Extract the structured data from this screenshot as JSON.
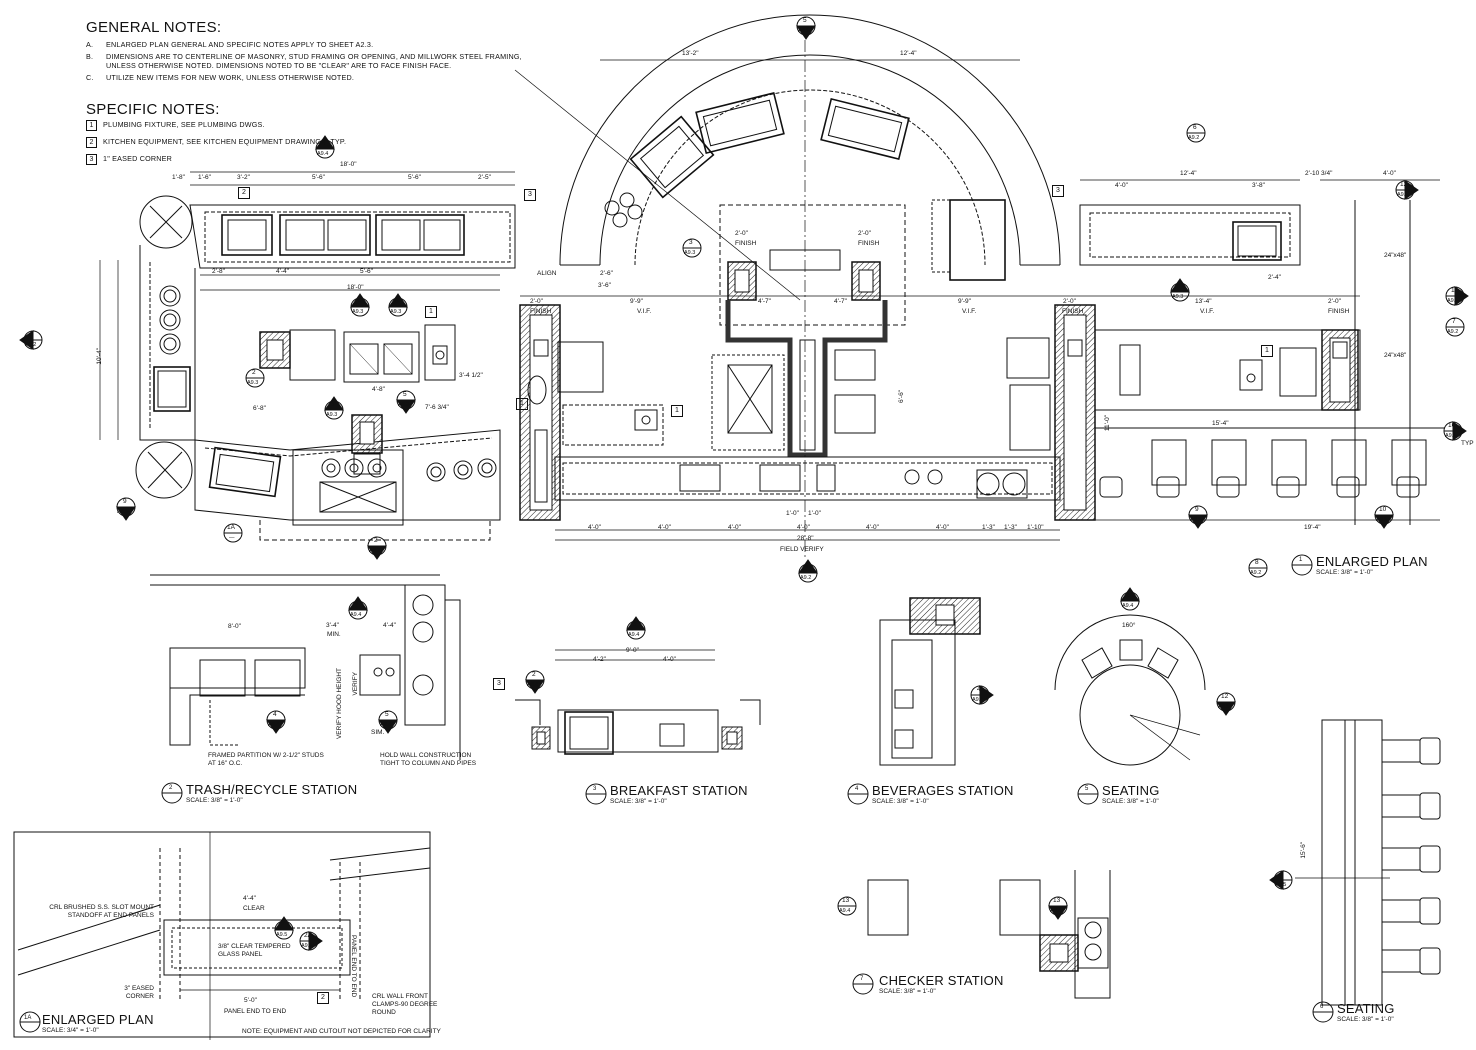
{
  "general_notes": {
    "heading": "GENERAL NOTES:",
    "items": [
      {
        "key": "A.",
        "text": "ENLARGED PLAN GENERAL AND SPECIFIC NOTES APPLY TO SHEET A2.3."
      },
      {
        "key": "B.",
        "text": "DIMENSIONS ARE TO CENTERLINE OF MASONRY, STUD FRAMING OR OPENING, AND MILLWORK STEEL FRAMING,"
      },
      {
        "key": "",
        "text": "UNLESS OTHERWISE NOTED.  DIMENSIONS NOTED TO BE \"CLEAR\" ARE TO FACE FINISH FACE."
      },
      {
        "key": "C.",
        "text": "UTILIZE NEW ITEMS FOR NEW WORK, UNLESS OTHERWISE NOTED."
      }
    ]
  },
  "specific_notes": {
    "heading": "SPECIFIC NOTES:",
    "items": [
      {
        "num": "1",
        "text": "PLUMBING FIXTURE, SEE PLUMBING DWGS."
      },
      {
        "num": "2",
        "text": "KITCHEN EQUIPMENT, SEE KITCHEN EQUIPMENT DRAWINGS, TYP."
      },
      {
        "num": "3",
        "text": "1\" EASED CORNER"
      }
    ]
  },
  "views": {
    "enlarged_plan_main": {
      "num": "1",
      "title": "ENLARGED PLAN",
      "scale": "SCALE: 3/8\" = 1'-0\""
    },
    "trash": {
      "num": "2",
      "title": "TRASH/RECYCLE STATION",
      "scale": "SCALE: 3/8\" = 1'-0\""
    },
    "breakfast": {
      "num": "3",
      "title": "BREAKFAST STATION",
      "scale": "SCALE: 3/8\" = 1'-0\""
    },
    "beverages": {
      "num": "4",
      "title": "BEVERAGES STATION",
      "scale": "SCALE: 3/8\" = 1'-0\""
    },
    "seating5": {
      "num": "5",
      "title": "SEATING",
      "scale": "SCALE: 3/8\" = 1'-0\""
    },
    "seating6": {
      "num": "6",
      "title": "SEATING",
      "scale": "SCALE: 3/8\" = 1'-0\""
    },
    "checker": {
      "num": "7",
      "title": "CHECKER STATION",
      "scale": "SCALE: 3/8\" = 1'-0\""
    },
    "enlarged_plan_1a": {
      "num": "1A",
      "title": "ENLARGED PLAN",
      "scale": "SCALE: 3/4\" = 1'-0\""
    }
  },
  "plan_labels": {
    "field_verify": "FIELD VERIFY",
    "align": "ALIGN",
    "finish": "FINISH",
    "vif": "V.I.F.",
    "typ": "TYP",
    "min": "MIN.",
    "verify_hood_height": "VERIFY HOOD HEIGHT",
    "verify": "VERIFY",
    "sim": "SIM.",
    "framed_partition": "FRAMED PARTITION W/ 2-1/2\" STUDS AT 16\" O.C.",
    "hold_wall": "HOLD WALL CONSTRUCTION TIGHT TO COLUMN AND PIPES",
    "counter_24x48_a": "24\"x48\"",
    "counter_24x48_b": "24\"x48\"",
    "clear": "CLEAR",
    "glass_panel": "3/8\" CLEAR TEMPERED GLASS PANEL",
    "crl_brushed": "CRL BRUSHED S.S. SLOT MOUNT STANDOFF AT END PANELS",
    "eased_corner": "3\" EASED CORNER",
    "crl_wall": "CRL WALL FRONT CLAMPS-90 DEGREE ROUND",
    "panel_end_1": "PANEL END TO END",
    "panel_end_2": "PANEL END TO END",
    "note_equip": "NOTE: EQUIPMENT AND CUTOUT NOT DEPICTED FOR CLARITY"
  },
  "dimensions": {
    "d1": "18'-0\"",
    "d2": "1'-8\"",
    "d3": "1'-6\"",
    "d4": "3'-2\"",
    "d5": "5'-6\"",
    "d6": "5'-6\"",
    "d7": "2'-5\"",
    "d8": "13'-2\"",
    "d9": "12'-4\"",
    "d10": "12'-4\"",
    "d11": "2'-10 3/4\"",
    "d12": "4'-0\"",
    "d13": "4'-0\"",
    "d14": "3'-8\"",
    "d15": "2'-0\"",
    "d16": "9'-9\"",
    "d17": "9'-9\"",
    "d18": "2'-0\"",
    "d19": "13'-4\"",
    "d20": "2'-0\"",
    "d21": "18'-0\"",
    "d22": "2'-8\"",
    "d23": "4'-4\"",
    "d24": "5'-6\"",
    "d25": "4'-8\"",
    "d26": "7'-6 3/4\"",
    "d27": "6'-8\"",
    "d28": "3'-4 1/2\"",
    "d29": "4'-0\"",
    "d30": "4'-0\"",
    "d31": "4'-0\"",
    "d32": "4'-0\"",
    "d33": "4'-0\"",
    "d34": "4'-0\"",
    "d35": "1'-3\"",
    "d36": "1'-3\"",
    "d37": "1'-10\"",
    "d38": "28'-8\"",
    "d39": "19'-4\"",
    "d40": "15'-4\"",
    "d41": "10'-4\"",
    "d42": "6'-6\"",
    "d43": "8'-0\"",
    "d44": "3'-4\"",
    "d45": "4'-4\"",
    "d46": "9'-0\"",
    "d47": "4'-2\"",
    "d48": "4'-0\"",
    "d49": "5'-0\"",
    "d50": "4'-4\"",
    "d51": "160°",
    "d52": "15'-6\"",
    "d53": "2'-0\"",
    "d54": "2'-0\"",
    "d55": "3'-6\"",
    "d56": "2'-6\"",
    "d57": "2'-4\"",
    "d58": "11'-0\"",
    "d59": "4'-7\"",
    "d60": "4'-7\"",
    "d61": "1'-0\"",
    "d62": "1'-0\""
  },
  "callouts": {
    "c_a94_top": {
      "n": "4",
      "s": "A9.4"
    },
    "c_a93_a": {
      "n": "3",
      "s": "A9.3"
    },
    "c_a92_left": {
      "n": "3",
      "s": "A9.2"
    },
    "c_a95_top": {
      "n": "5",
      "s": "A9.5"
    },
    "c_a92_right": {
      "n": "6",
      "s": "A9.2"
    },
    "c_a95_r12": {
      "n": "12",
      "s": "A9.5"
    },
    "c_a93_r": {
      "n": "4",
      "s": "A9.3"
    },
    "c_a95_r11": {
      "n": "11",
      "s": "A9.5"
    },
    "c_a92_r7": {
      "n": "7",
      "s": "A9.2"
    },
    "c_a95_r10": {
      "n": "10",
      "s": "A9.5"
    },
    "c_a93_1": {
      "n": "1",
      "s": "A9.3"
    },
    "c_a93_6": {
      "n": "6",
      "s": "A9.3"
    },
    "c_a93_2": {
      "n": "2",
      "s": "A9.3"
    },
    "c_a93_5": {
      "n": "5",
      "s": "A9.3"
    },
    "c_a93_3": {
      "n": "3",
      "s": "A9.3"
    },
    "c_a92_2": {
      "n": "2",
      "s": "A9.2"
    },
    "c_a95_9": {
      "n": "9",
      "s": "A9.5"
    },
    "c_a95_10b": {
      "n": "10",
      "s": "A9.5"
    },
    "c_a92_1": {
      "n": "1",
      "s": "A9.2"
    },
    "c_a92_8": {
      "n": "8",
      "s": "A9.2"
    },
    "c_1a": {
      "n": "1A",
      "s": "—"
    },
    "c_a94_1": {
      "n": "1",
      "s": "A9.4"
    },
    "c_a94_2": {
      "n": "2",
      "s": "A9.4"
    },
    "c_a94_3": {
      "n": "3",
      "s": "A9.4"
    },
    "c_a94_4": {
      "n": "4",
      "s": "A9.4"
    },
    "c_a94_5": {
      "n": "5",
      "s": "A9.4"
    },
    "c_a94_13a": {
      "n": "13",
      "s": "A9.4"
    },
    "c_a94_13b": {
      "n": "13",
      "s": "A9.4"
    },
    "c_a95_12b": {
      "n": "12",
      "s": "A9.5"
    },
    "c_a95_9b": {
      "n": "9",
      "s": "A9.5"
    },
    "c_a95_2": {
      "n": "2",
      "s": "A9.5"
    },
    "c_a95_2a": {
      "n": "2A",
      "s": "A9.5"
    }
  },
  "tags": {
    "t1": "1",
    "t2": "2",
    "t3": "3"
  }
}
